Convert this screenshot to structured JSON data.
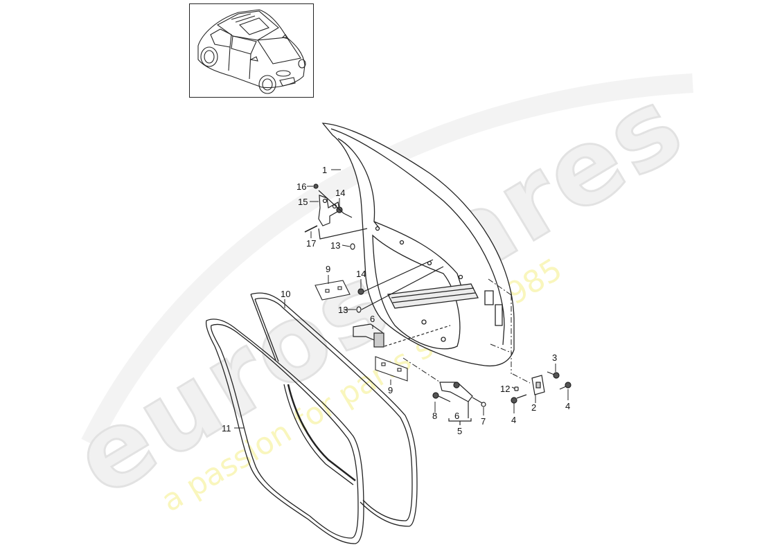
{
  "diagram": {
    "type": "exploded-parts-diagram",
    "subject": "Front door shell with hinges, door check strap and weatherstrip seals",
    "thumbnail": {
      "label": "vehicle-overview",
      "icon": "suv-car-icon"
    },
    "watermark": {
      "brand": "eurospares",
      "tagline": "a passion for parts since 1985",
      "brand_color": "#e6e6e6",
      "tagline_color": "#f5f0a0"
    },
    "callouts": [
      {
        "id": "c1",
        "label": "1",
        "part": "door-shell"
      },
      {
        "id": "c2",
        "label": "2",
        "part": "door-hinge"
      },
      {
        "id": "c3",
        "label": "3",
        "part": "hinge-bolt-upper"
      },
      {
        "id": "c4a",
        "label": "4",
        "part": "hinge-bolt"
      },
      {
        "id": "c4b",
        "label": "4",
        "part": "hinge-bolt"
      },
      {
        "id": "c5",
        "label": "5",
        "part": "door-check-assembly"
      },
      {
        "id": "c6a",
        "label": "6",
        "part": "door-check-strap"
      },
      {
        "id": "c6b",
        "label": "6",
        "part": "door-check-strap-group"
      },
      {
        "id": "c7",
        "label": "7",
        "part": "pin"
      },
      {
        "id": "c8",
        "label": "8",
        "part": "check-strap-bolt"
      },
      {
        "id": "c9a",
        "label": "9",
        "part": "adhesive-pad-upper"
      },
      {
        "id": "c9b",
        "label": "9",
        "part": "adhesive-pad-lower"
      },
      {
        "id": "c10",
        "label": "10",
        "part": "inner-door-seal"
      },
      {
        "id": "c11",
        "label": "11",
        "part": "outer-door-seal"
      },
      {
        "id": "c12",
        "label": "12",
        "part": "plug"
      },
      {
        "id": "c13a",
        "label": "13",
        "part": "grommet-upper"
      },
      {
        "id": "c13b",
        "label": "13",
        "part": "grommet-lower"
      },
      {
        "id": "c14a",
        "label": "14",
        "part": "nut-upper"
      },
      {
        "id": "c14b",
        "label": "14",
        "part": "nut-lower"
      },
      {
        "id": "c15",
        "label": "15",
        "part": "upper-hinge-bracket"
      },
      {
        "id": "c16",
        "label": "16",
        "part": "bracket-nut"
      },
      {
        "id": "c17",
        "label": "17",
        "part": "hinge-pin"
      }
    ]
  }
}
